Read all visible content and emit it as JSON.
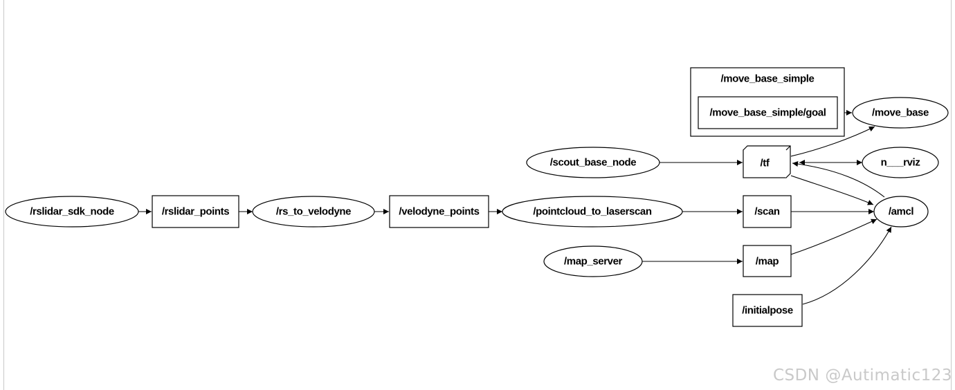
{
  "nodes": {
    "rslidar_sdk_node": "/rslidar_sdk_node",
    "rslidar_points": "/rslidar_points",
    "rs_to_velodyne": "/rs_to_velodyne",
    "velodyne_points": "/velodyne_points",
    "pointcloud_to_laserscan": "/pointcloud_to_laserscan",
    "scan": "/scan",
    "amcl": "/amcl",
    "scout_base_node": "/scout_base_node",
    "tf": "/tf",
    "rviz": "n___rviz",
    "map_server": "/map_server",
    "map": "/map",
    "initialpose": "/initialpose",
    "move_base_simple_group": "/move_base_simple",
    "move_base_simple_goal": "/move_base_simple/goal",
    "move_base": "/move_base"
  },
  "watermark": "CSDN @Autimatic123"
}
